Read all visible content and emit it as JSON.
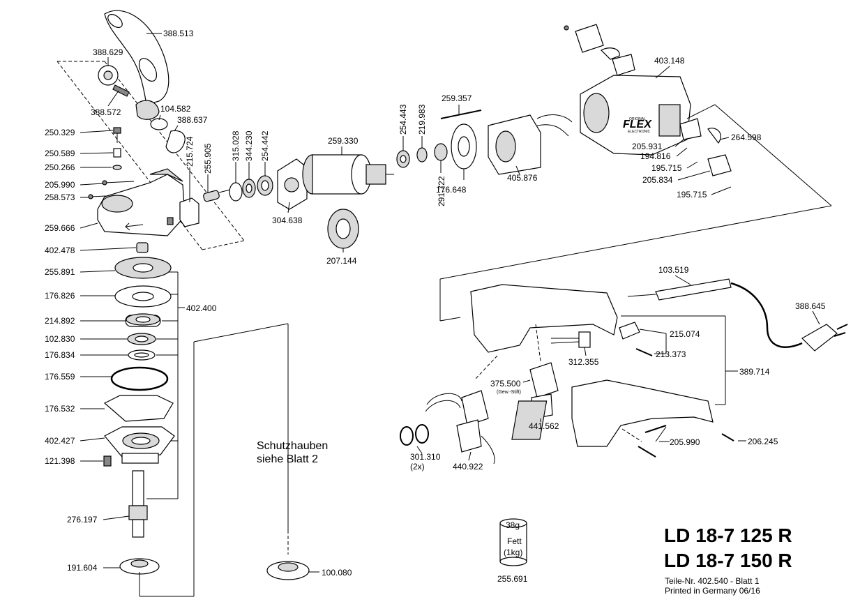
{
  "parts": {
    "p388_513": "388.513",
    "p388_629": "388.629",
    "p388_572": "388.572",
    "p104_582": "104.582",
    "p388_637": "388.637",
    "p250_329": "250.329",
    "p250_589": "250.589",
    "p250_266": "250.266",
    "p205_990a": "205.990",
    "p258_573": "258.573",
    "p259_666": "259.666",
    "p402_478": "402.478",
    "p255_891": "255.891",
    "p176_826": "176.826",
    "p214_892": "214.892",
    "p102_830": "102.830",
    "p176_834": "176.834",
    "p176_559": "176.559",
    "p176_532": "176.532",
    "p402_427": "402.427",
    "p121_398": "121.398",
    "p276_197": "276.197",
    "p191_604": "191.604",
    "p402_400": "402.400",
    "p215_724": "215.724",
    "p255_905": "255.905",
    "p315_028": "315.028",
    "p344_230": "344.230",
    "p254_442": "254.442",
    "p304_638": "304.638",
    "p259_330": "259.330",
    "p207_144": "207.144",
    "p254_443": "254.443",
    "p219_983": "219.983",
    "p291_722": "291.722",
    "p259_357": "259.357",
    "p176_648": "176.648",
    "p405_876": "405.876",
    "p403_148": "403.148",
    "p264_598": "264.598",
    "p205_931": "205.931",
    "p194_816": "194.816",
    "p195_715a": "195.715",
    "p205_834": "205.834",
    "p195_715b": "195.715",
    "p103_519": "103.519",
    "p388_645": "388.645",
    "p215_074": "215.074",
    "p213_373": "213.373",
    "p312_355": "312.355",
    "p389_714": "389.714",
    "p375_500": "375.500",
    "p375_500_note": "(Gew.-Stift)",
    "p441_562": "441.562",
    "p205_990b": "205.990",
    "p206_245": "206.245",
    "p301_310": "301.310",
    "p301_310_qty": "(2x)",
    "p440_922": "440.922",
    "p100_080": "100.080",
    "p255_691": "255.691"
  },
  "grease": {
    "amount": "38g",
    "label": "Fett",
    "size": "(1kg)"
  },
  "brand": {
    "logo": "FLEX",
    "sub1": "ORIGINAL",
    "sub2": "ELECTRONIC"
  },
  "note": {
    "line1": "Schutzhauben",
    "line2": "siehe Blatt 2"
  },
  "models": {
    "model1": "LD 18-7 125 R",
    "model2": "LD 18-7 150 R"
  },
  "footer": {
    "part_no": "Teile-Nr. 402.540 - Blatt 1",
    "printed": "Printed in Germany 06/16"
  }
}
